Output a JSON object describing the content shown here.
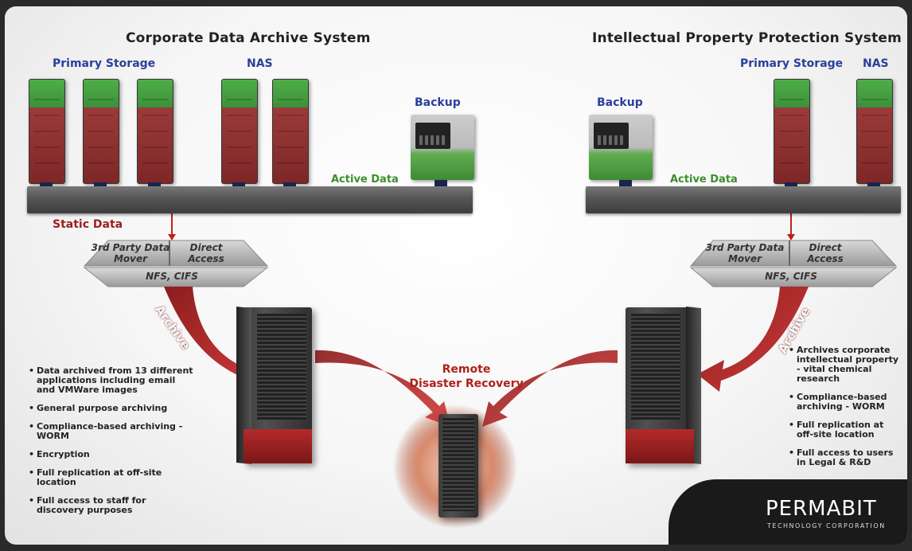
{
  "left": {
    "title": "Corporate Data Archive System",
    "primary_storage": "Primary Storage",
    "nas": "NAS",
    "backup": "Backup",
    "active_data": "Active Data",
    "static_data": "Static Data",
    "data_mover": "3rd Party Data Mover",
    "direct_access": "Direct Access",
    "protocols": "NFS, CIFS",
    "archive": "Archive",
    "bullets": [
      "Data archived from 13 different applications including email and VMWare images",
      "General purpose archiving",
      "Compliance-based archiving - WORM",
      "Encryption",
      "Full replication at off-site location",
      "Full access to staff for discovery purposes"
    ]
  },
  "right": {
    "title": "Intellectual Property Protection System",
    "primary_storage": "Primary Storage",
    "nas": "NAS",
    "backup": "Backup",
    "active_data": "Active Data",
    "data_mover": "3rd Party Data Mover",
    "direct_access": "Direct Access",
    "protocols": "NFS, CIFS",
    "archive": "Archive",
    "bullets": [
      "Archives corporate intellectual property - vital chemical research",
      "Compliance-based archiving - WORM",
      "Full replication at off-site location",
      "Full access to users in Legal & R&D"
    ]
  },
  "center": {
    "remote_line1": "Remote",
    "remote_line2": "Disaster Recovery"
  },
  "logo": {
    "name": "PERMABIT",
    "tagline": "TECHNOLOGY CORPORATION"
  },
  "colors": {
    "active": "#3b8f2a",
    "static": "#b0201a",
    "label_blue": "#2b3f9a"
  }
}
